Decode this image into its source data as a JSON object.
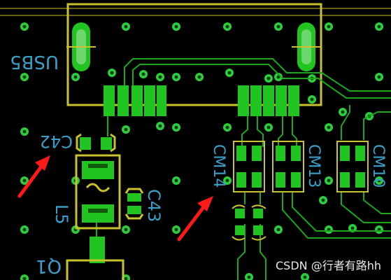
{
  "refdes": {
    "usb": "USB5",
    "c42": "C42",
    "l5": "L5",
    "c43": "C43",
    "cm14": "CM14",
    "cm13": "CM13",
    "cm10": "CM10",
    "q1": "Q1"
  },
  "watermark": "CSDN @行者有路hh",
  "colors": {
    "background": "#000000",
    "copper": "#1aa81a",
    "copper_bright": "#21c421",
    "silkscreen_pad": "#c9c22e",
    "silkscreen_text": "#3aa0c8",
    "annotation_arrow": "#ff1a1a",
    "via": "#2ecc40"
  }
}
